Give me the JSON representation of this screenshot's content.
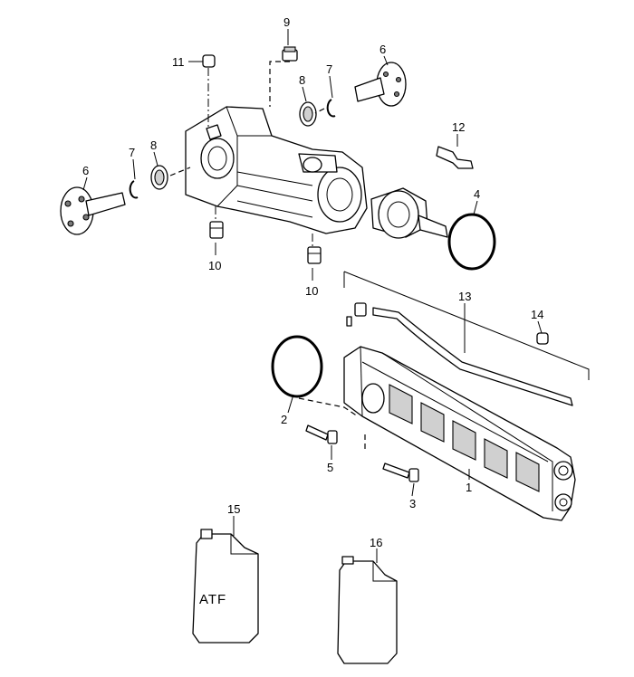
{
  "callouts": {
    "c1": "1",
    "c2": "2",
    "c3": "3",
    "c4": "4",
    "c5": "5",
    "c6a": "6",
    "c6b": "6",
    "c7a": "7",
    "c7b": "7",
    "c8a": "8",
    "c8b": "8",
    "c9": "9",
    "c10a": "10",
    "c10b": "10",
    "c11": "11",
    "c12": "12",
    "c13": "13",
    "c14": "14",
    "c15": "15",
    "c16": "16"
  },
  "container_label": "ATF"
}
